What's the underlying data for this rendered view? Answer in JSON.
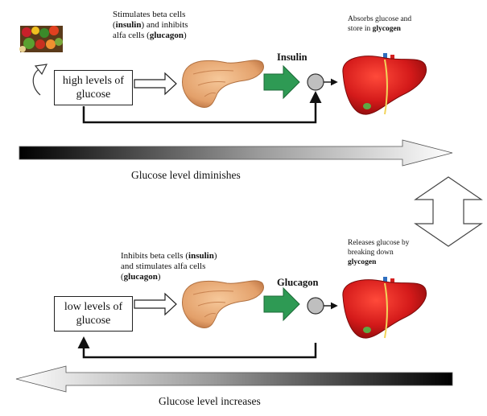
{
  "top_cycle": {
    "box_label_line1": "high levels of",
    "box_label_line2": "glucose",
    "pancreas_note": {
      "line1": "Stimulates beta cells",
      "line2_bold": "insulin",
      "line2_rest": " and inhibits",
      "line3_pre": "alfa cells (",
      "line3_bold": "glucagon",
      "line3_post": ")"
    },
    "hormone": "Insulin",
    "liver_note": {
      "line1": "Absorbs glucose and",
      "line2_pre": "store in ",
      "line2_bold": "glycogen"
    }
  },
  "bottom_cycle": {
    "box_label_line1": "low levels of",
    "box_label_line2": "glucose",
    "pancreas_note": {
      "line1_pre": "Inhibits beta cells (",
      "line1_bold": "insulin",
      "line1_post": ")",
      "line2": "and stimulates alfa cells",
      "line3_bold": "glucagon"
    },
    "hormone": "Glucagon",
    "liver_note": {
      "line1": "Releases glucose by",
      "line2": "breaking down",
      "line3_bold": "glycogen"
    }
  },
  "captions": {
    "top": "Glucose level diminishes",
    "bottom": "Glucose level increases"
  },
  "colors": {
    "arrow_green": "#2e9a54",
    "liver_red": "#d42020",
    "pancreas_tan": "#e3a06a",
    "gallbladder_green": "#5ea844",
    "vessel_blue": "#2f6fbf"
  }
}
